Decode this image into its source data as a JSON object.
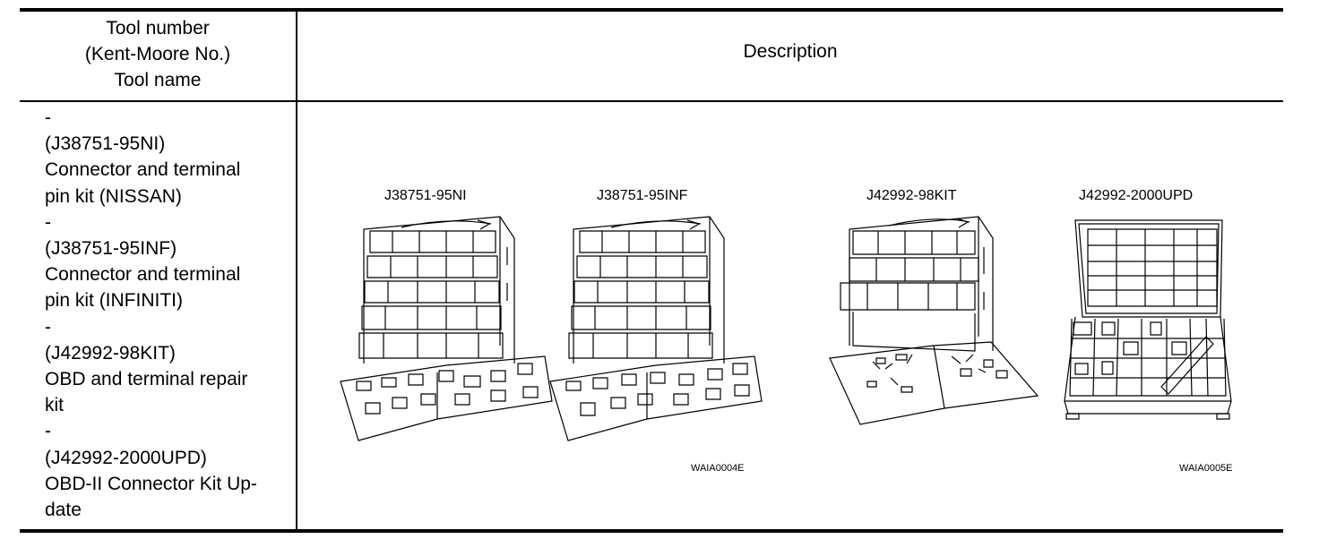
{
  "table": {
    "header": {
      "tool_col": [
        "Tool number",
        "(Kent-Moore No.)",
        "Tool name"
      ],
      "description_col": "Description"
    },
    "tool_lines": [
      "-",
      "(J38751-95NI)",
      "Connector and terminal",
      "pin kit (NISSAN)",
      "-",
      "(J38751-95INF)",
      "Connector and terminal",
      "pin kit (INFINITI)",
      "-",
      "(J42992-98KIT)",
      "OBD and terminal repair",
      "kit",
      "-",
      "(J42992-2000UPD)",
      "OBD-II Connector Kit Up-",
      "date"
    ],
    "figures": {
      "kit1": "J38751-95NI",
      "kit2": "J38751-95INF",
      "kit3": "J42992-98KIT",
      "kit4": "J42992-2000UPD",
      "code_left": "WAIA0004E",
      "code_right": "WAIA0005E"
    }
  }
}
